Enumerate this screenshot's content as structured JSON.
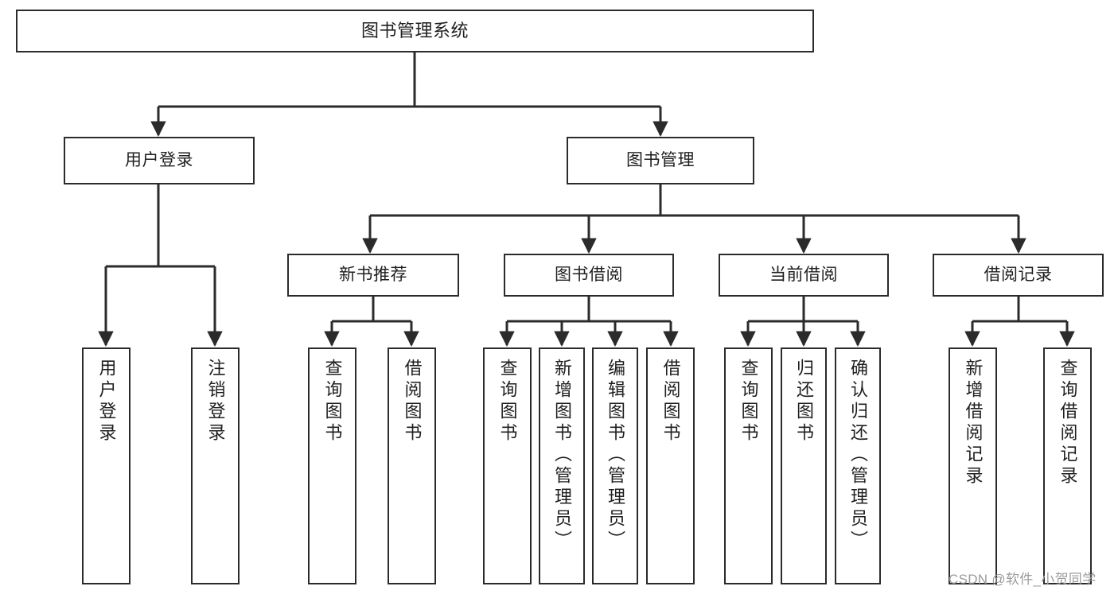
{
  "diagram": {
    "type": "tree-hierarchy",
    "title": "图书管理系统",
    "watermark": "CSDN @软件_小贺同学",
    "colors": {
      "box_border": "#2b2b2b",
      "box_fill": "#ffffff",
      "connector": "#2b2b2b",
      "text": "#1f1f1f",
      "watermark": "#9b9b9b",
      "background": "#ffffff"
    },
    "nodes": {
      "root": {
        "label": "图书管理系统"
      },
      "level2": [
        {
          "label": "用户登录"
        },
        {
          "label": "图书管理"
        }
      ],
      "level3": [
        {
          "label": "新书推荐"
        },
        {
          "label": "图书借阅"
        },
        {
          "label": "当前借阅"
        },
        {
          "label": "借阅记录"
        }
      ],
      "leaves_user_login": [
        {
          "label": "用户登录"
        },
        {
          "label": "注销登录"
        }
      ],
      "leaves_new_book": [
        {
          "label": "查询图书"
        },
        {
          "label": "借阅图书"
        }
      ],
      "leaves_borrow": [
        {
          "label": "查询图书"
        },
        {
          "label": "新增图书（管理员）"
        },
        {
          "label": "编辑图书（管理员）"
        },
        {
          "label": "借阅图书"
        }
      ],
      "leaves_current": [
        {
          "label": "查询图书"
        },
        {
          "label": "归还图书"
        },
        {
          "label": "确认归还（管理员）"
        }
      ],
      "leaves_records": [
        {
          "label": "新增借阅记录"
        },
        {
          "label": "查询借阅记录"
        }
      ]
    }
  }
}
